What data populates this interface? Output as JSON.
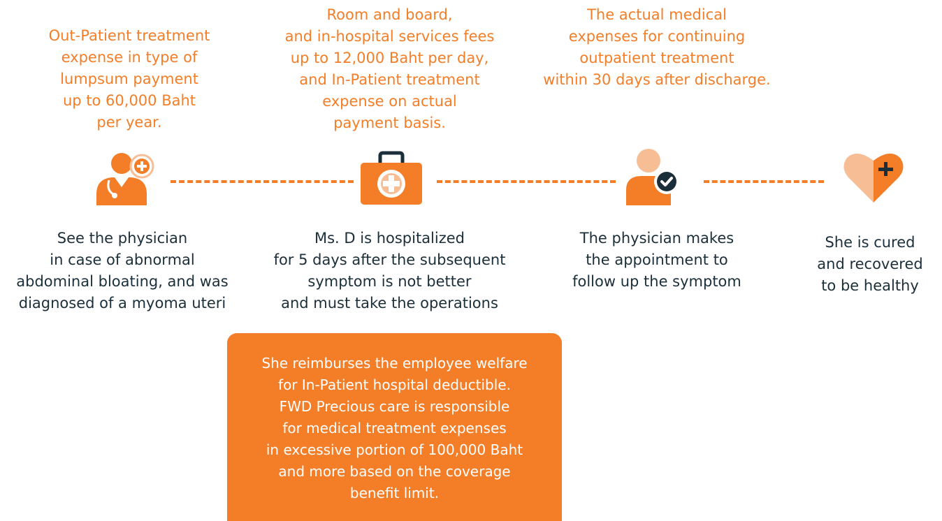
{
  "top_texts": {
    "col1": "Out-Patient treatment\nexpense in type of\nlumpsum payment\nup to 60,000 Baht\nper year.",
    "col2": "Room and board,\nand in-hospital services fees\nup to 12,000 Baht per day,\nand In-Patient treatment\nexpense on actual\npayment basis.",
    "col3": "The actual medical\nexpenses for continuing\noutpatient treatment\nwithin 30 days after discharge."
  },
  "steps": [
    {
      "icon": "doctor-icon",
      "text": "See the physician\nin case of abnormal\nabdominal bloating, and was\ndiagnosed of a myoma uteri"
    },
    {
      "icon": "first-aid-kit-icon",
      "text": "Ms. D is hospitalized\nfor 5  days after the subsequent\nsymptom is not better\nand must take the operations"
    },
    {
      "icon": "patient-check-icon",
      "text": "The physician makes\nthe appointment to\nfollow up the symptom"
    },
    {
      "icon": "heart-plus-icon",
      "text": "She is cured\nand recovered\nto be healthy"
    }
  ],
  "note": "She reimburses the employee welfare\nfor In-Patient hospital deductible.\nFWD Precious care is responsible\nfor medical treatment expenses\nin excessive portion of 100,000 Baht\nand more based on the coverage\nbenefit limit.",
  "colors": {
    "accent": "#f47e28",
    "accent_light": "#f7bd94",
    "dark": "#1b2f3a",
    "note_text": "#ffffff"
  }
}
